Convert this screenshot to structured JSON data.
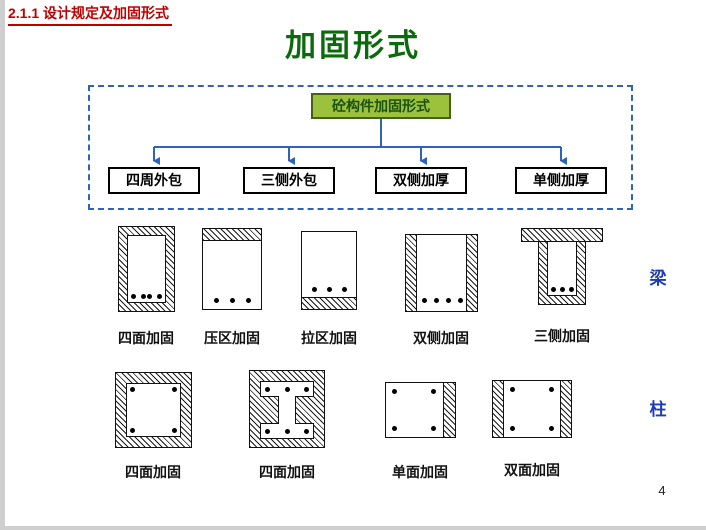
{
  "header": {
    "section_title": "2.1.1 设计规定及加固形式"
  },
  "slide": {
    "title": "加固形式",
    "page_number": "4"
  },
  "flowchart": {
    "root_label": "砼构件加固形式",
    "children": [
      {
        "label": "四周外包"
      },
      {
        "label": "三侧外包"
      },
      {
        "label": "双侧加厚"
      },
      {
        "label": "单侧加厚"
      }
    ]
  },
  "beam_row": {
    "side_label": "梁",
    "sections": [
      {
        "label": "四面加固",
        "type": "jacket-all-sides"
      },
      {
        "label": "压区加固",
        "type": "top-strip"
      },
      {
        "label": "拉区加固",
        "type": "bottom-strip"
      },
      {
        "label": "双侧加固",
        "type": "both-sides"
      },
      {
        "label": "三侧加固",
        "type": "t-beam-three-sides"
      }
    ]
  },
  "column_row": {
    "side_label": "柱",
    "sections": [
      {
        "label": "四面加固",
        "type": "jacket-all-sides"
      },
      {
        "label": "四面加固",
        "type": "i-section-infill"
      },
      {
        "label": "单面加固",
        "type": "one-side"
      },
      {
        "label": "双面加固",
        "type": "two-sides"
      }
    ]
  },
  "colors": {
    "accent_red": "#c00000",
    "title_green": "#0b6a0b",
    "root_box_fill": "#9cc13c",
    "root_box_text": "#1b5210",
    "connector_blue": "#2e63b8",
    "side_label_blue": "#1f3bb3"
  }
}
